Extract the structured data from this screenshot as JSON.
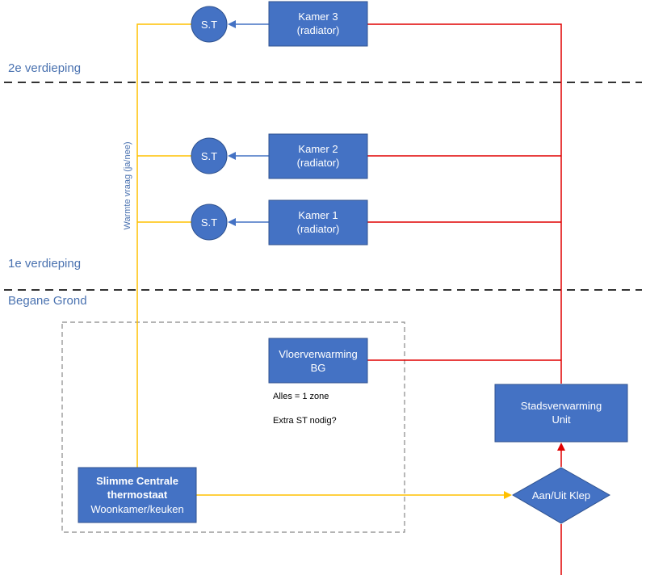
{
  "floors": {
    "second": "2e verdieping",
    "first": "1e verdieping",
    "ground": "Begane Grond"
  },
  "yellow_line_label": "Warmte vraag (ja/nee)",
  "rooms": [
    {
      "line1": "Kamer 3",
      "line2": "(radiator)"
    },
    {
      "line1": "Kamer 2",
      "line2": "(radiator)"
    },
    {
      "line1": "Kamer 1",
      "line2": "(radiator)"
    }
  ],
  "sensor_label": "S.T",
  "floor_heating": {
    "line1": "Vloerverwarming",
    "line2": "BG"
  },
  "notes": {
    "zone": "Alles = 1 zone",
    "extra": "Extra ST nodig?"
  },
  "district_heating": {
    "line1": "Stadsverwarming",
    "line2": "Unit"
  },
  "valve": "Aan/Uit Klep",
  "thermostat": {
    "line1": "Slimme Centrale",
    "line2": "thermostaat",
    "line3": "Woonkamer/keuken"
  },
  "colors": {
    "box": "#4472c4",
    "yellow": "#ffc000",
    "red": "#e00000",
    "blue_arrow": "#4472c4",
    "dashed": "#333333",
    "label": "#4a72b0"
  }
}
